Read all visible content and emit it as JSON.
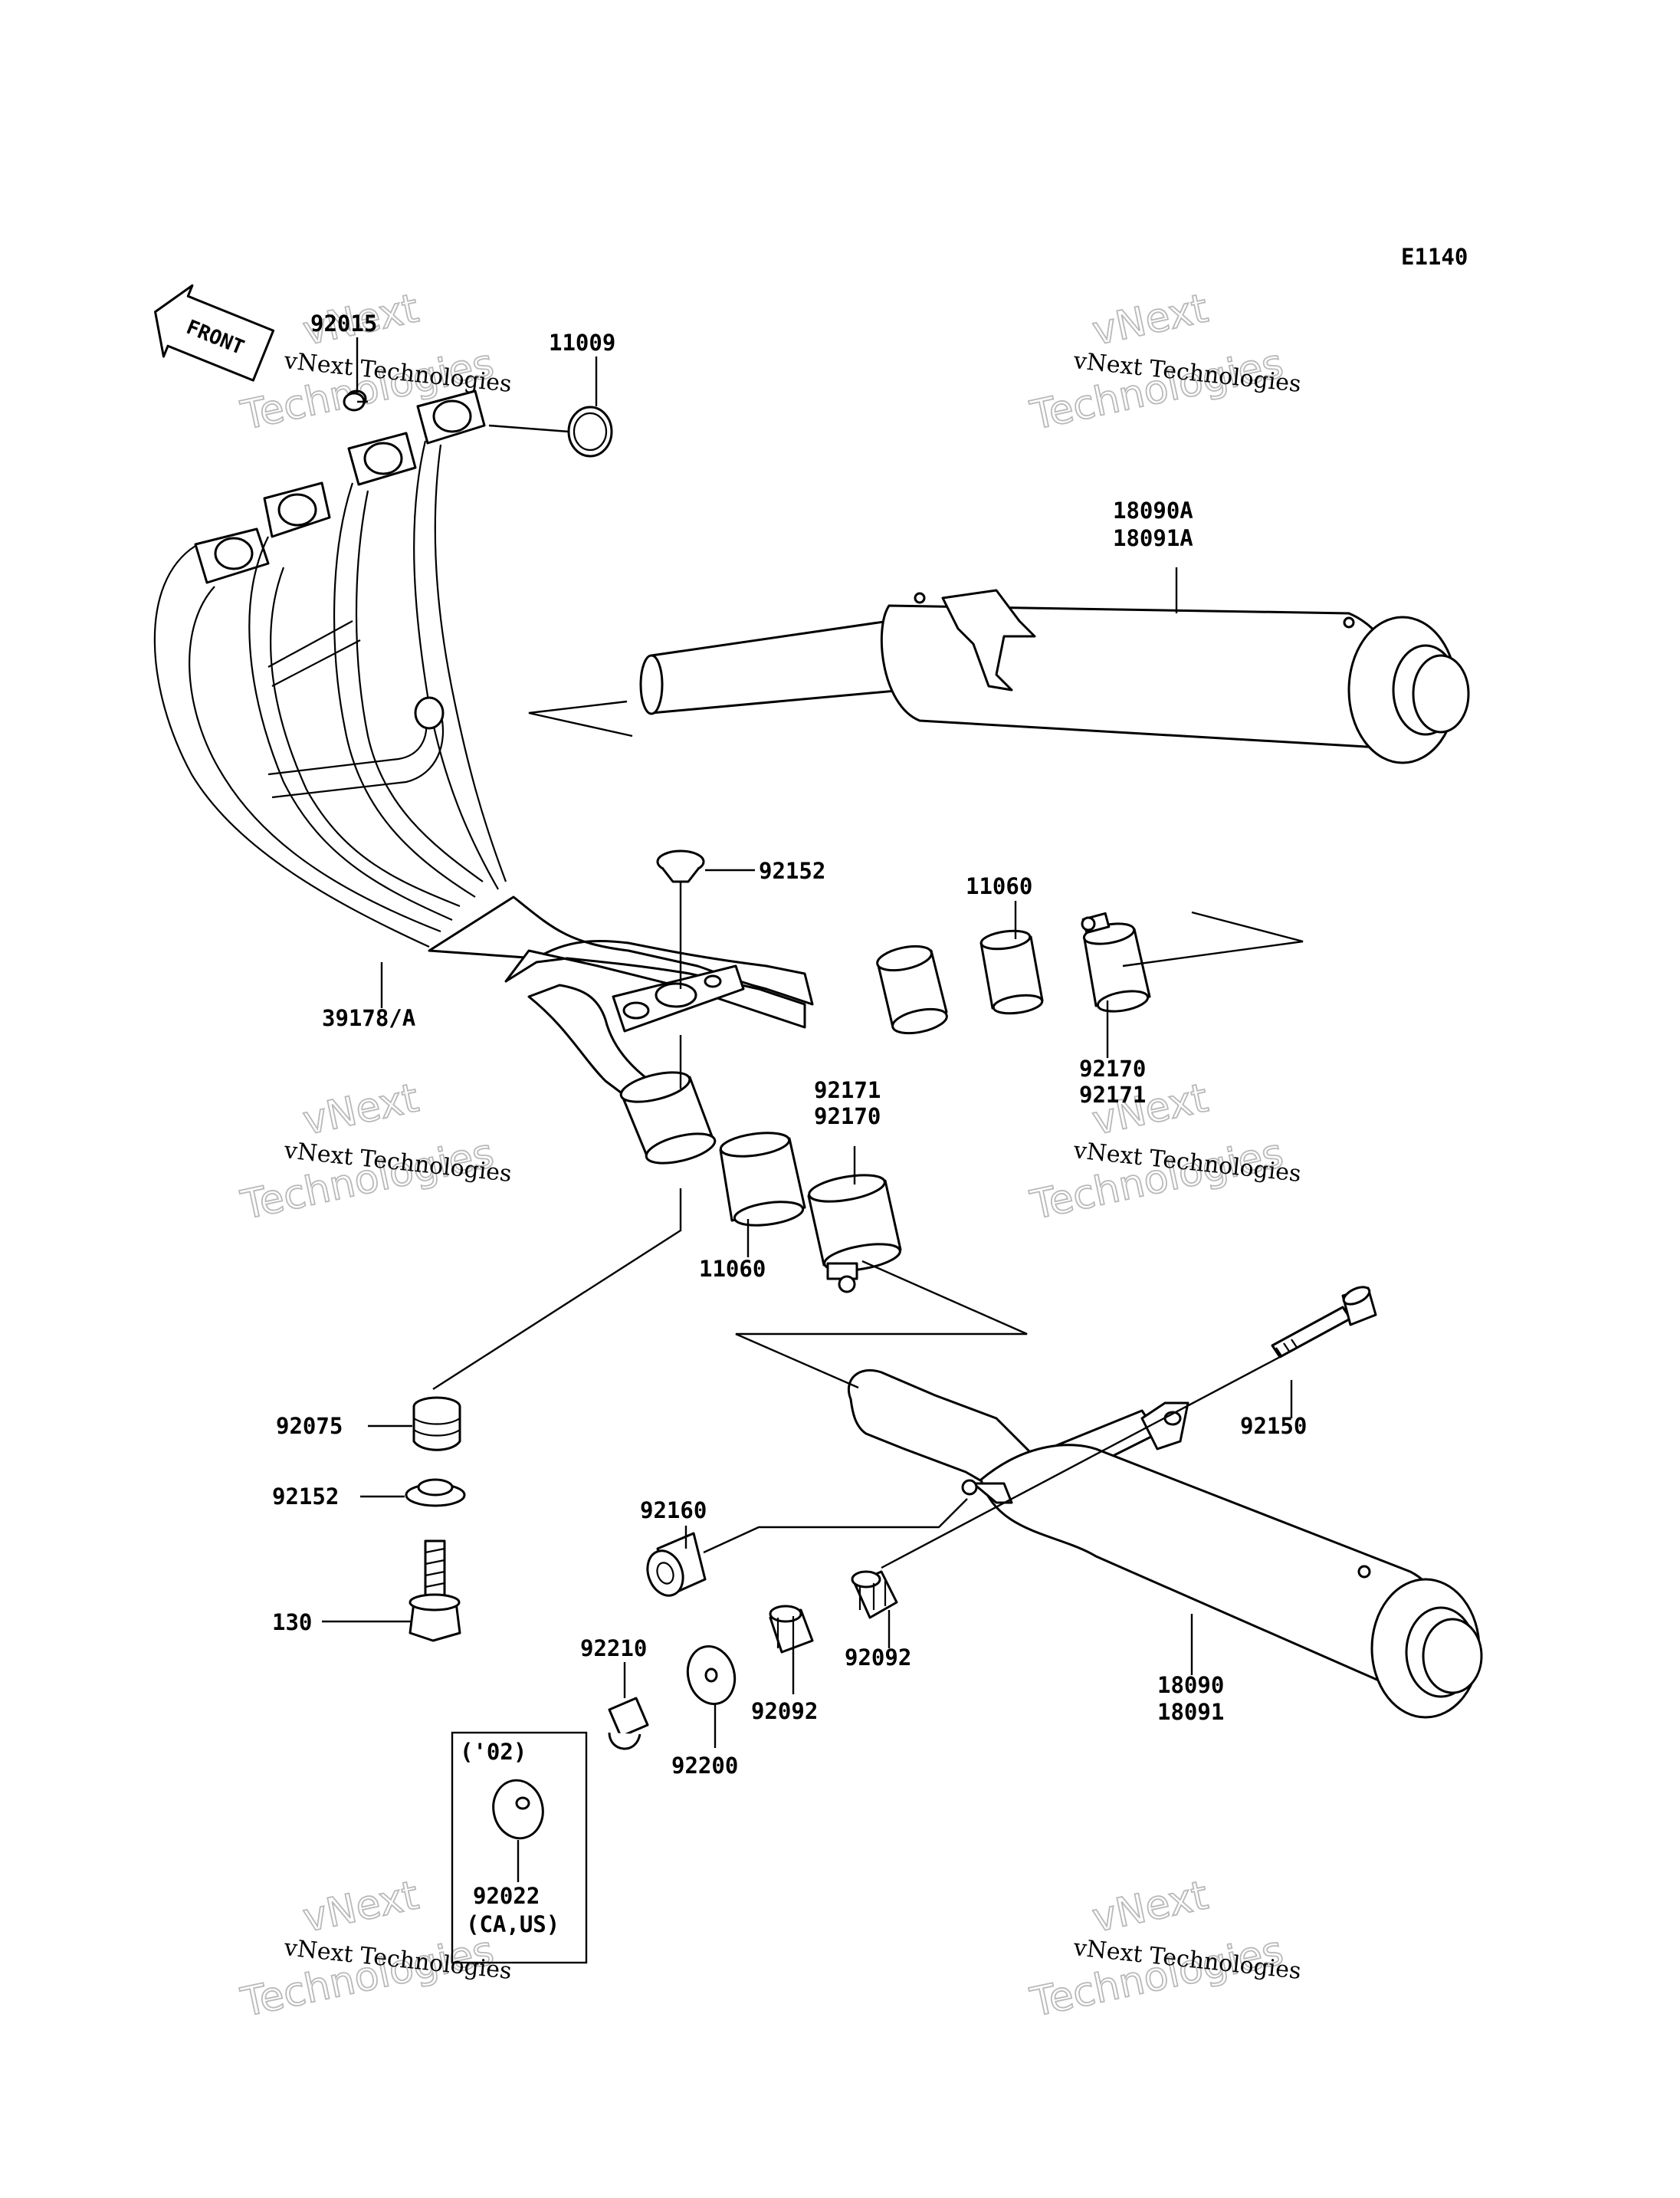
{
  "diagram_code": "E1140",
  "front_label": "FRONT",
  "watermark": {
    "line1": "vNext Technologies",
    "line2": "vNext",
    "line3": "Technologies"
  },
  "parts": {
    "p92015": "92015",
    "p11009": "11009",
    "p18090A": "18090A",
    "p18091A": "18091A",
    "p92152_top": "92152",
    "p11060_right": "11060",
    "p39178": "39178/A",
    "p92170_right": "92170",
    "p92171_right": "92171",
    "p92171_mid": "92171",
    "p92170_mid": "92170",
    "p11060_mid": "11060",
    "p92075": "92075",
    "p92152_bottom": "92152",
    "p130": "130",
    "p92160": "92160",
    "p92150": "92150",
    "p92210": "92210",
    "p92092_left": "92092",
    "p92092_right": "92092",
    "p92200": "92200",
    "p18090": "18090",
    "p18091": "18091",
    "variant_year": "('02)",
    "p92022": "92022",
    "variant_market": "(CA,US)"
  }
}
